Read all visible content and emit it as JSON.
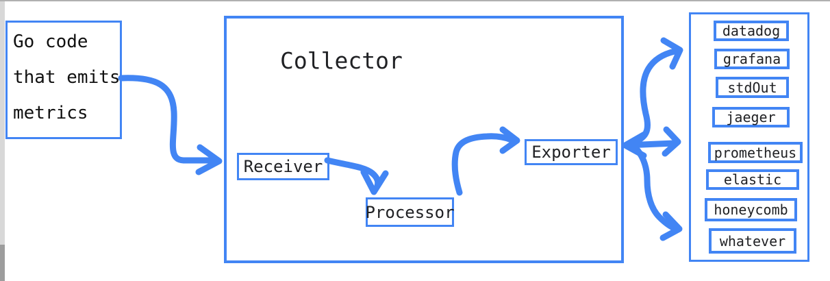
{
  "window": {
    "top_border_color": "#b0b0b0",
    "scrollbar": {
      "track_color": "#d8d8d8",
      "thumb_color": "#9d9d9d"
    }
  },
  "colors": {
    "accent_blue": "#4285f4",
    "text_dark": "#202124",
    "background": "#ffffff"
  },
  "source": {
    "label": "Go code\nthat emits\nmetrics"
  },
  "collector": {
    "title": "Collector",
    "components": [
      {
        "label": "Receiver"
      },
      {
        "label": "Processor"
      },
      {
        "label": "Exporter"
      }
    ]
  },
  "destinations": {
    "items": [
      "datadog",
      "grafana",
      "stdOut",
      "jaeger",
      "prometheus",
      "elastic",
      "honeycomb",
      "whatever"
    ]
  },
  "arrows": [
    {
      "name": "source-to-collector",
      "from": "Go code that emits metrics",
      "to": "Collector"
    },
    {
      "name": "receiver-to-processor",
      "from": "Receiver",
      "to": "Processor"
    },
    {
      "name": "processor-to-exporter",
      "from": "Processor",
      "to": "Exporter"
    },
    {
      "name": "exporter-to-destinations-top",
      "from": "Exporter",
      "to": "datadog/grafana/stdOut/jaeger"
    },
    {
      "name": "exporter-to-destinations-middle",
      "from": "Exporter",
      "to": "prometheus/elastic",
      "double_headed": true
    },
    {
      "name": "exporter-to-destinations-bottom",
      "from": "Exporter",
      "to": "honeycomb/whatever"
    }
  ]
}
